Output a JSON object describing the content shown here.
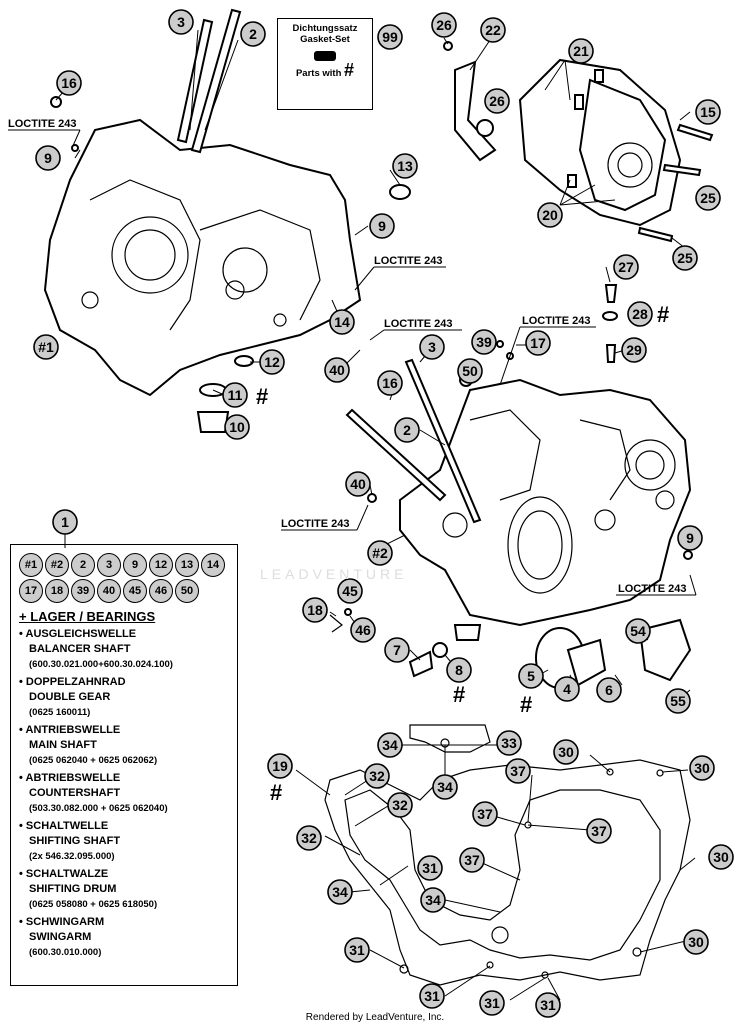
{
  "gasket_box": {
    "line1": "Dichtungssatz",
    "line2": "Gasket-Set",
    "line3": "Parts with",
    "hash": "#",
    "callout": "99"
  },
  "loctite_label": "LOCTITE 243",
  "legend": {
    "callout": "1",
    "chips": [
      "#1",
      "#2",
      "2",
      "3",
      "9",
      "12",
      "13",
      "14",
      "17",
      "18",
      "39",
      "40",
      "45",
      "46",
      "50"
    ],
    "header": "+ LAGER / BEARINGS",
    "items": [
      {
        "de": "AUSGLEICHSWELLE",
        "en": "BALANCER SHAFT",
        "num": "(600.30.021.000+600.30.024.100)"
      },
      {
        "de": "DOPPELZAHNRAD",
        "en": "DOUBLE GEAR",
        "num": "(0625 160011)"
      },
      {
        "de": "ANTRIEBSWELLE",
        "en": "MAIN SHAFT",
        "num": "(0625 062040 + 0625 062062)"
      },
      {
        "de": "ABTRIEBSWELLE",
        "en": "COUNTERSHAFT",
        "num": "(503.30.082.000 + 0625 062040)"
      },
      {
        "de": "SCHALTWELLE",
        "en": "SHIFTING SHAFT",
        "num": "(2x 546.32.095.000)"
      },
      {
        "de": "SCHALTWALZE",
        "en": "SHIFTING DRUM",
        "num": "(0625 058080 + 0625 618050)"
      },
      {
        "de": "SCHWINGARM",
        "en": "SWINGARM",
        "num": "(600.30.010.000)"
      }
    ]
  },
  "callouts": [
    "3",
    "2",
    "16",
    "9",
    "13",
    "9",
    "14",
    "40",
    "12",
    "11",
    "10",
    "#1",
    "26",
    "22",
    "21",
    "15",
    "25",
    "20",
    "25",
    "28",
    "27",
    "29",
    "39",
    "17",
    "3",
    "16",
    "50",
    "2",
    "40",
    "#2",
    "9",
    "18",
    "45",
    "46",
    "7",
    "8",
    "5",
    "4",
    "6",
    "54",
    "55",
    "34",
    "33",
    "34",
    "30",
    "30",
    "37",
    "37",
    "37",
    "32",
    "32",
    "37",
    "30",
    "32",
    "31",
    "34",
    "31",
    "31",
    "31",
    "30",
    "19"
  ],
  "hash_symbol": "#",
  "watermark": "LEADVENTURE",
  "credit": "Rendered by LeadVenture, Inc."
}
